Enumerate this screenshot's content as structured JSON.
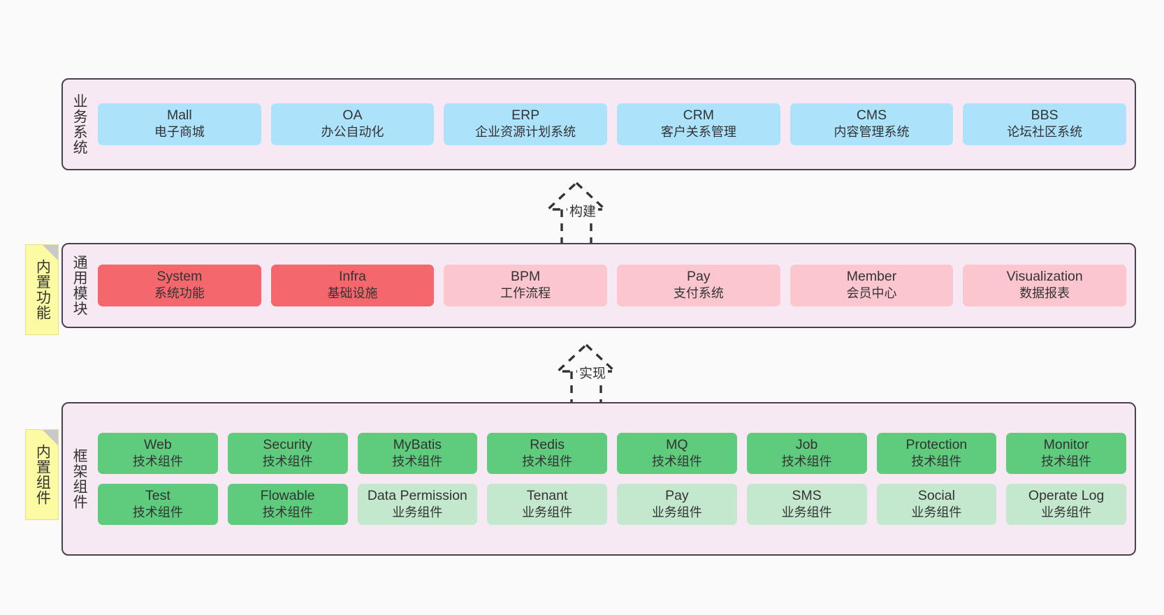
{
  "colors": {
    "canvas": "#fafafa",
    "layer_fill": "#f7e9f3",
    "layer_border": "#4a404e",
    "business_node": "#ace3fb",
    "core_module_node": "#f4676d",
    "module_node": "#fbc6cd",
    "tech_component_node": "#5fcb7d",
    "biz_component_node": "#c3e8ce",
    "sticky_note": "#fcfaa2"
  },
  "layers": [
    {
      "id": "business-systems",
      "label": "业务系统",
      "rows": [
        {
          "nodes": [
            {
              "title": "Mall",
              "sub": "电子商城",
              "style": "c-blue"
            },
            {
              "title": "OA",
              "sub": "办公自动化",
              "style": "c-blue"
            },
            {
              "title": "ERP",
              "sub": "企业资源计划系统",
              "style": "c-blue"
            },
            {
              "title": "CRM",
              "sub": "客户关系管理",
              "style": "c-blue"
            },
            {
              "title": "CMS",
              "sub": "内容管理系统",
              "style": "c-blue"
            },
            {
              "title": "BBS",
              "sub": "论坛社区系统",
              "style": "c-blue"
            }
          ]
        }
      ]
    },
    {
      "id": "common-modules",
      "label": "通用模块",
      "sticky": "内置功能",
      "rows": [
        {
          "nodes": [
            {
              "title": "System",
              "sub": "系统功能",
              "style": "c-red"
            },
            {
              "title": "Infra",
              "sub": "基础设施",
              "style": "c-red"
            },
            {
              "title": "BPM",
              "sub": "工作流程",
              "style": "c-pink"
            },
            {
              "title": "Pay",
              "sub": "支付系统",
              "style": "c-pink"
            },
            {
              "title": "Member",
              "sub": "会员中心",
              "style": "c-pink"
            },
            {
              "title": "Visualization",
              "sub": "数据报表",
              "style": "c-pink"
            }
          ]
        }
      ]
    },
    {
      "id": "framework-components",
      "label": "框架组件",
      "sticky": "内置组件",
      "rows": [
        {
          "nodes": [
            {
              "title": "Web",
              "sub": "技术组件",
              "style": "c-green"
            },
            {
              "title": "Security",
              "sub": "技术组件",
              "style": "c-green"
            },
            {
              "title": "MyBatis",
              "sub": "技术组件",
              "style": "c-green"
            },
            {
              "title": "Redis",
              "sub": "技术组件",
              "style": "c-green"
            },
            {
              "title": "MQ",
              "sub": "技术组件",
              "style": "c-green"
            },
            {
              "title": "Job",
              "sub": "技术组件",
              "style": "c-green"
            },
            {
              "title": "Protection",
              "sub": "技术组件",
              "style": "c-green"
            },
            {
              "title": "Monitor",
              "sub": "技术组件",
              "style": "c-green"
            }
          ]
        },
        {
          "nodes": [
            {
              "title": "Test",
              "sub": "技术组件",
              "style": "c-green"
            },
            {
              "title": "Flowable",
              "sub": "技术组件",
              "style": "c-green"
            },
            {
              "title": "Data Permission",
              "sub": "业务组件",
              "style": "c-lightgreen"
            },
            {
              "title": "Tenant",
              "sub": "业务组件",
              "style": "c-lightgreen"
            },
            {
              "title": "Pay",
              "sub": "业务组件",
              "style": "c-lightgreen"
            },
            {
              "title": "SMS",
              "sub": "业务组件",
              "style": "c-lightgreen"
            },
            {
              "title": "Social",
              "sub": "业务组件",
              "style": "c-lightgreen"
            },
            {
              "title": "Operate Log",
              "sub": "业务组件",
              "style": "c-lightgreen"
            }
          ]
        }
      ]
    }
  ],
  "connectors": [
    {
      "id": "build",
      "label": "构建"
    },
    {
      "id": "implement",
      "label": "实现"
    }
  ]
}
